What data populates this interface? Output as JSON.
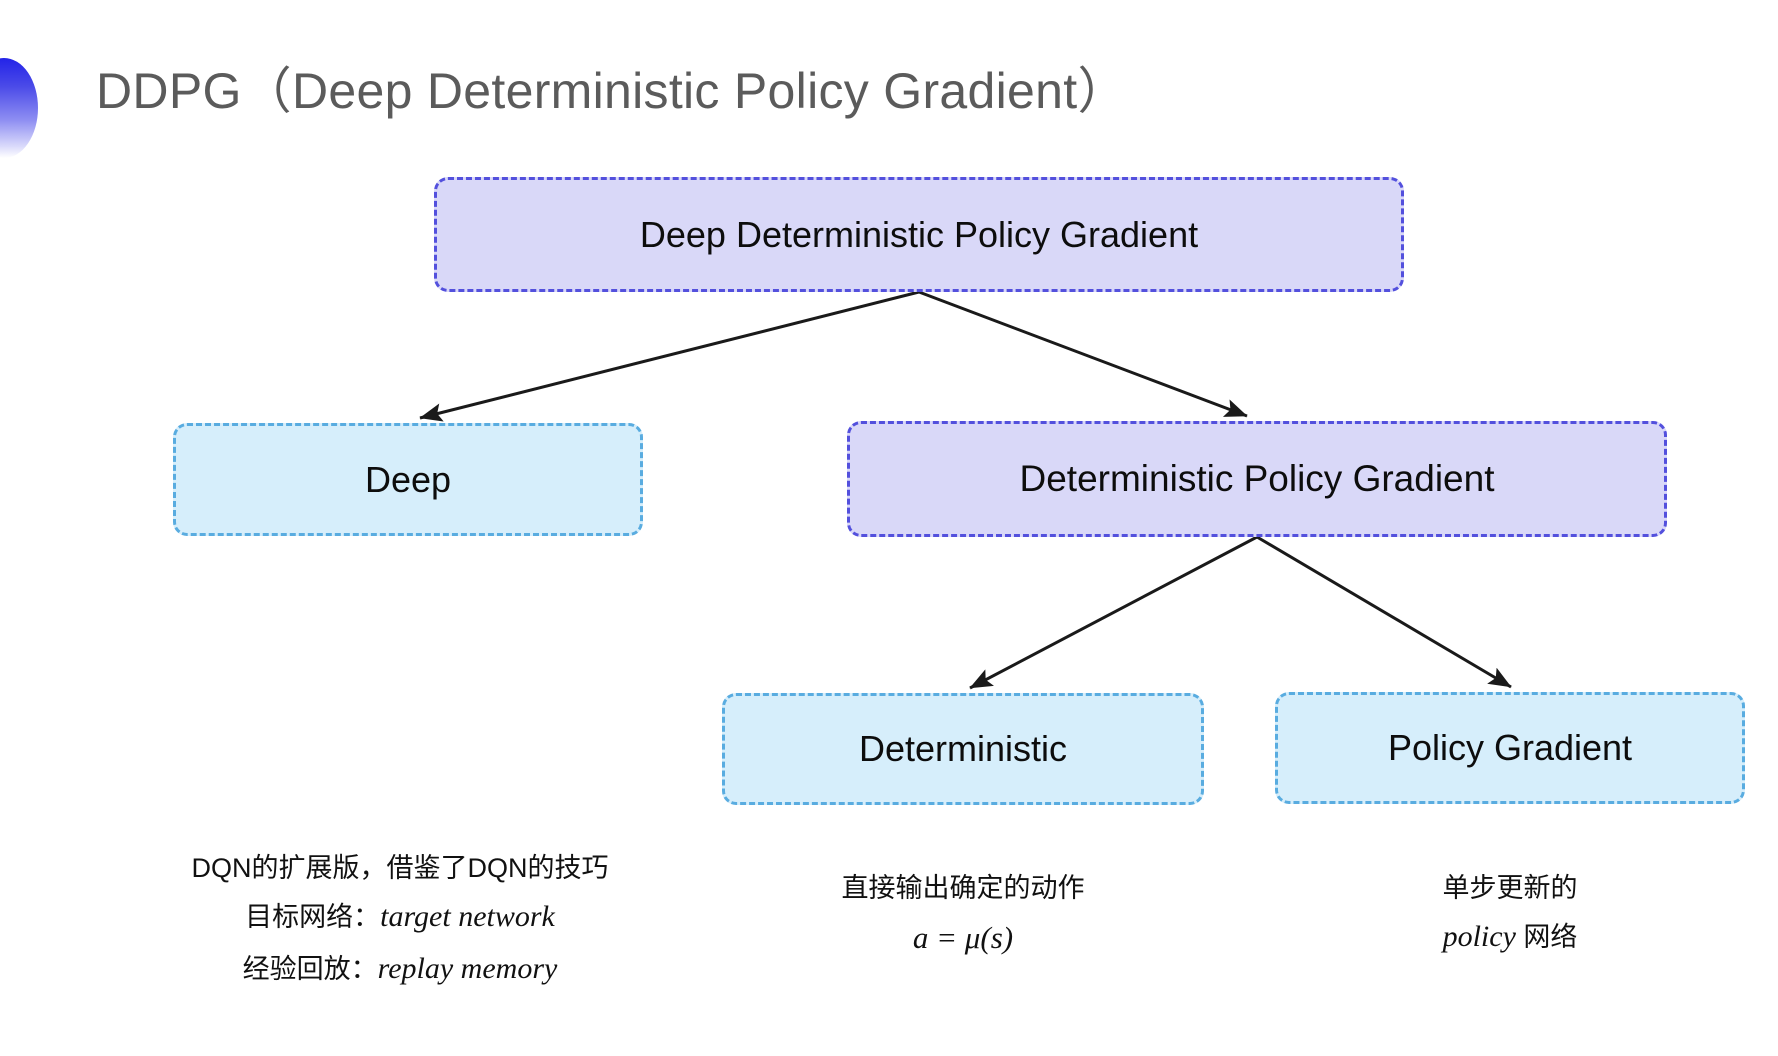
{
  "slide": {
    "title": "DDPG（Deep Deterministic Policy Gradient）",
    "bullet_icon": "half-circle-gradient-bullet",
    "background_color": "#ffffff",
    "title_color": "#5b5b5b"
  },
  "palette": {
    "purple_fill": "#d9d8f8",
    "purple_border": "#5350dd",
    "cyan_fill": "#d6eefb",
    "cyan_border": "#59ace0",
    "arrow_color": "#1a1a1a"
  },
  "diagram": {
    "nodes": {
      "root": {
        "label": "Deep Deterministic Policy Gradient",
        "style": "purple"
      },
      "deep": {
        "label": "Deep",
        "style": "cyan"
      },
      "dpg": {
        "label": "Deterministic Policy Gradient",
        "style": "purple"
      },
      "deterministic": {
        "label": "Deterministic",
        "style": "cyan"
      },
      "policy_gradient": {
        "label": "Policy Gradient",
        "style": "cyan"
      }
    },
    "edges": [
      {
        "from": "root",
        "to": "deep"
      },
      {
        "from": "root",
        "to": "dpg"
      },
      {
        "from": "dpg",
        "to": "deterministic"
      },
      {
        "from": "dpg",
        "to": "policy_gradient"
      }
    ]
  },
  "captions": {
    "deep": {
      "line1": "DQN的扩展版，借鉴了DQN的技巧",
      "line2_label": "目标网络：",
      "line2_term": "target network",
      "line3_label": "经验回放：",
      "line3_term": "replay memory"
    },
    "deterministic": {
      "line1": "直接输出确定的动作",
      "formula": "a = μ(s)"
    },
    "policy_gradient": {
      "line1": "单步更新的",
      "line2_term": "policy",
      "line2_suffix": " 网络"
    }
  }
}
